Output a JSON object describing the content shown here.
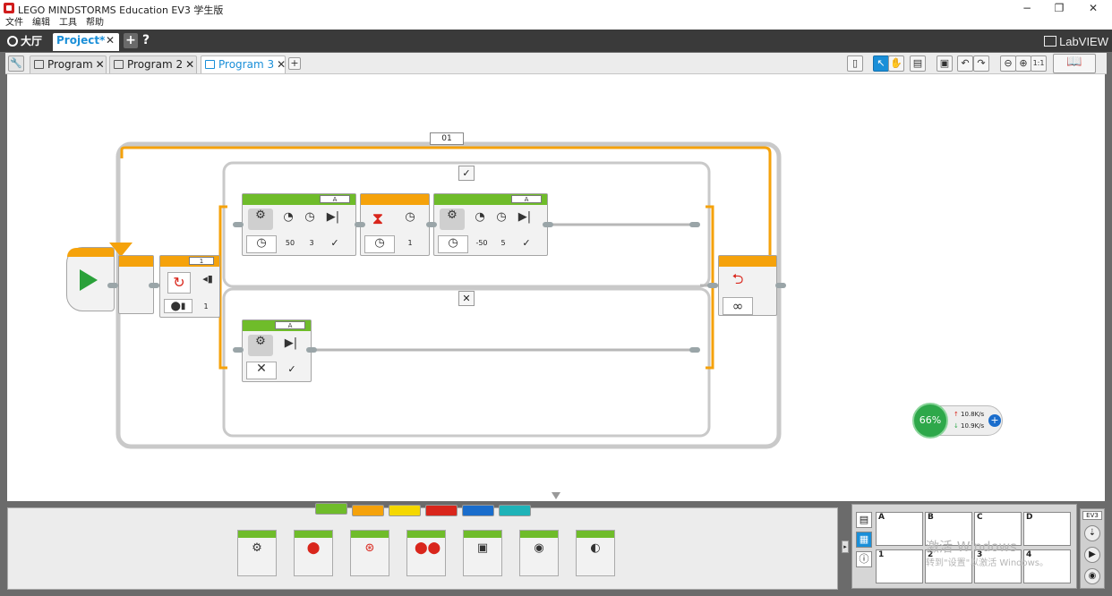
{
  "window": {
    "title": "LEGO MINDSTORMS Education EV3 学生版",
    "controls": {
      "minimize": "−",
      "maximize": "❐",
      "close": "✕"
    }
  },
  "menu": [
    "文件",
    "编辑",
    "工具",
    "帮助"
  ],
  "lobby": {
    "lobby_label": "大厅",
    "project_label": "Project*",
    "close_glyph": "✕",
    "add_glyph": "+",
    "help_glyph": "?",
    "brand": "LabVIEW"
  },
  "program_tabs": [
    {
      "label": "Program",
      "close": "✕",
      "active": false
    },
    {
      "label": "Program 2",
      "close": "✕",
      "active": false
    },
    {
      "label": "Program 3",
      "close": "✕",
      "active": true
    }
  ],
  "program_add": "+",
  "toolbar": {
    "zoom_1_1": "1:1"
  },
  "program": {
    "loop_label": "01",
    "switch_port": "1",
    "switch_value": "1",
    "true_case": "✓",
    "false_case": "✕",
    "loop_mode": "∞",
    "blocks": [
      {
        "port": "A",
        "power": "50",
        "seconds": "3",
        "brake": "✓"
      },
      {
        "wait": "1"
      },
      {
        "port": "A",
        "power": "-50",
        "seconds": "5",
        "brake": "✓"
      },
      {
        "port": "A",
        "mode": "✕",
        "brake": "✓"
      }
    ]
  },
  "memory": {
    "percent": "66%",
    "up_rate": "10.8K/s",
    "down_rate": "10.9K/s"
  },
  "palette": {
    "colors": [
      "#6fbc2a",
      "#f5a20b",
      "#f5d800",
      "#d9261c",
      "#1a6dcc",
      "#1fb3b8"
    ]
  },
  "hardware": {
    "brick_label": "EV3",
    "ports_top": [
      "A",
      "B",
      "C",
      "D"
    ],
    "ports_bottom": [
      "1",
      "2",
      "3",
      "4"
    ]
  },
  "watermark": {
    "line1": "激活 Windows",
    "line2": "转到\"设置\"以激活 Windows。"
  }
}
